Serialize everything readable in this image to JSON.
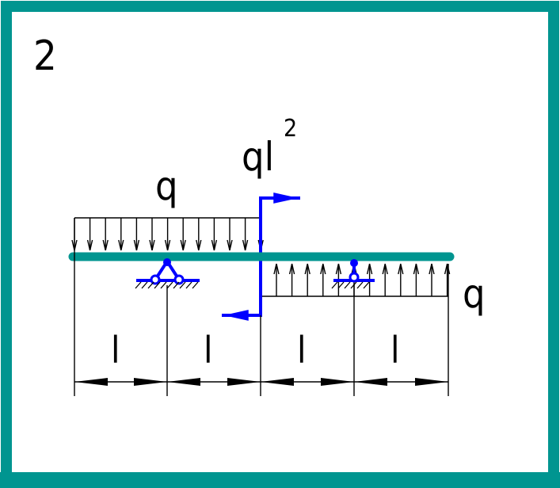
{
  "panel": {
    "number": "2"
  },
  "loads": {
    "top_distributed": {
      "label": "q"
    },
    "bottom_distributed": {
      "label": "q"
    },
    "moment": {
      "label": "ql",
      "exponent": "2"
    }
  },
  "spans": {
    "labels": [
      "l",
      "l",
      "l",
      "l"
    ]
  },
  "colors": {
    "frame": "#009590",
    "beam": "#009590",
    "moment": "#0000ff",
    "support": "#0000ff",
    "ink": "#000000"
  }
}
